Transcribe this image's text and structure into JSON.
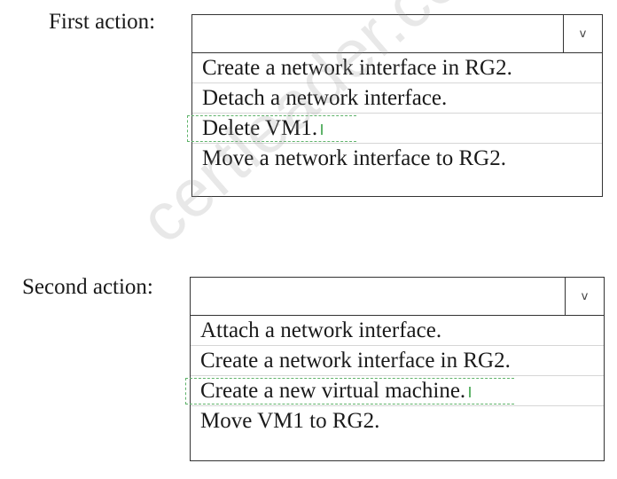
{
  "first_action": {
    "label": "First action:",
    "chevron": "v",
    "options": [
      "Create a network interface in RG2.",
      "Detach a network interface.",
      "Delete VM1.",
      "Move a network interface to RG2."
    ],
    "selected_index": 2
  },
  "second_action": {
    "label": "Second action:",
    "chevron": "v",
    "options": [
      "Attach a network interface.",
      "Create a network interface in RG2.",
      "Create a new virtual machine.",
      "Move VM1 to RG2."
    ],
    "selected_index": 2
  },
  "watermark": "certleader.com",
  "colors": {
    "selection_dash": "#5fb36a",
    "border": "#333333"
  }
}
